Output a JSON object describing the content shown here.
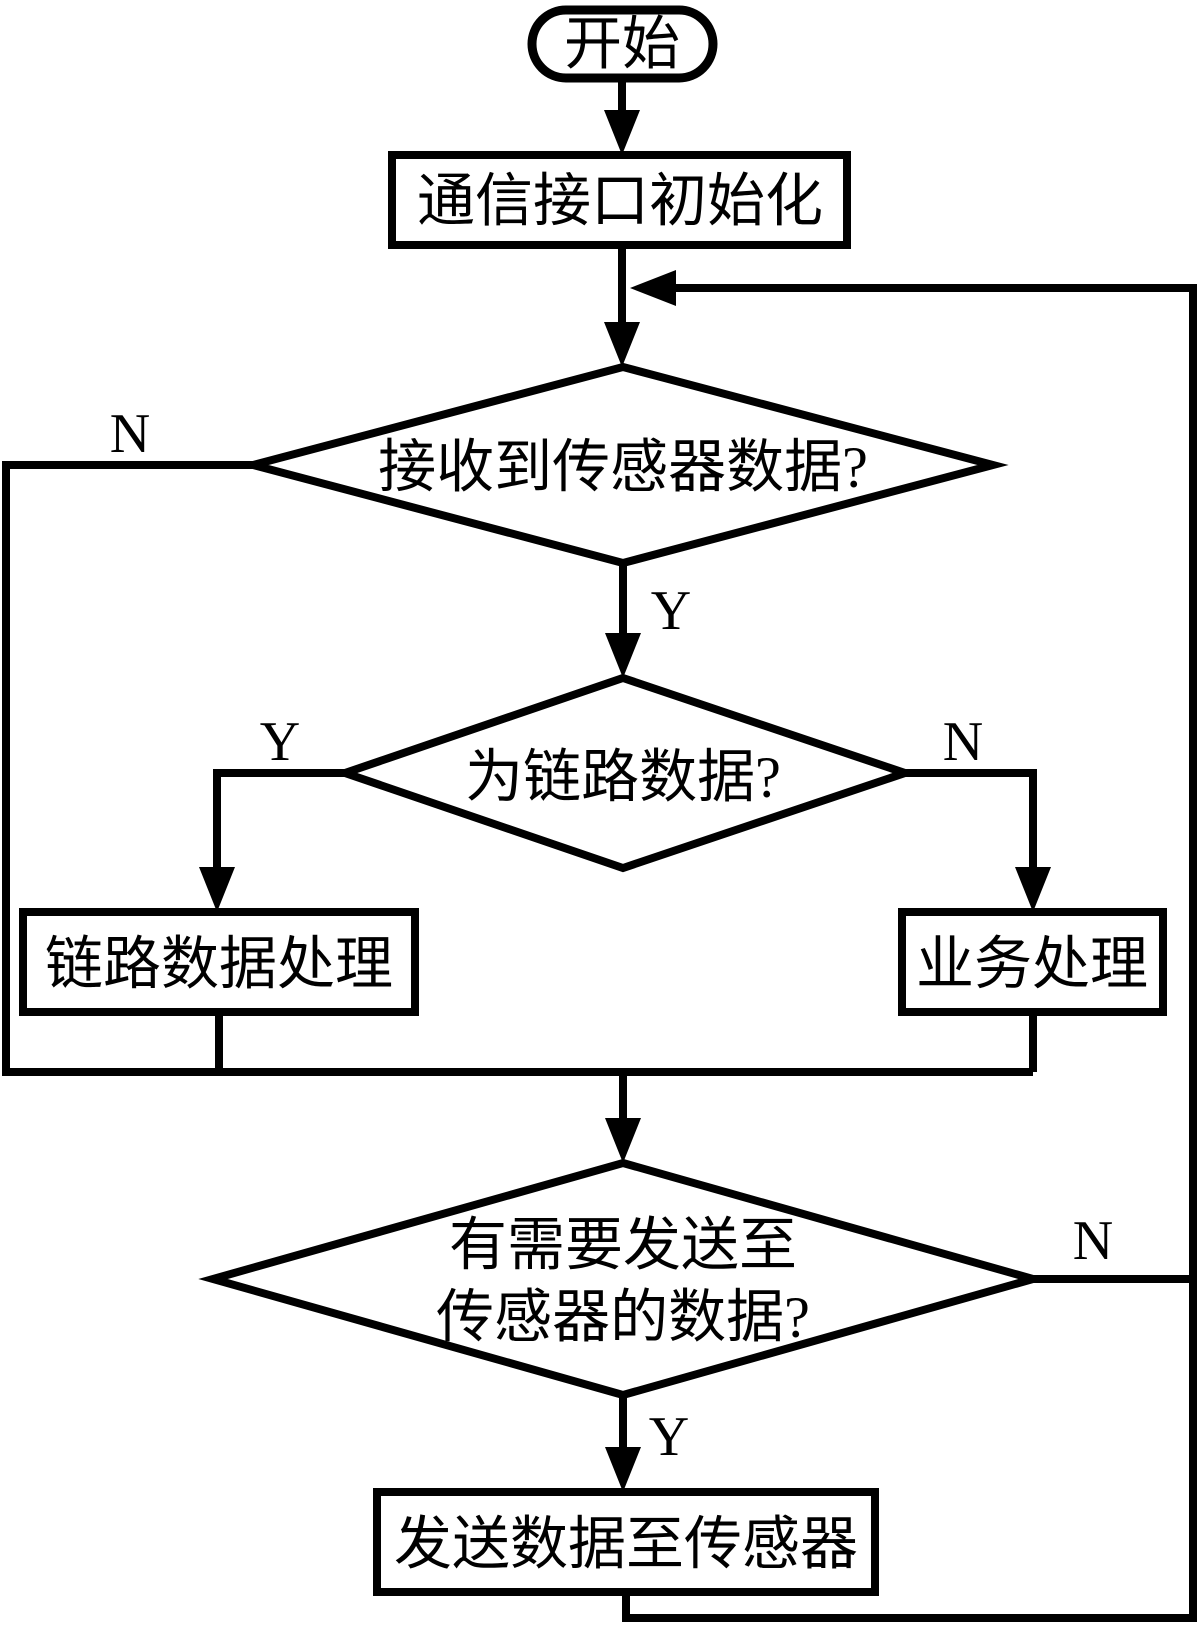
{
  "diagram": {
    "type": "flowchart",
    "language": "zh-CN",
    "colors": {
      "line": "#000000",
      "node_fill": "#ffffff",
      "background": "#ffffff"
    },
    "nodes": {
      "start": {
        "shape": "terminator",
        "label": "开始"
      },
      "init": {
        "shape": "process",
        "label": "通信接口初始化"
      },
      "recv_decision": {
        "shape": "decision",
        "label": "接收到传感器数据?"
      },
      "link_decision": {
        "shape": "decision",
        "label": "为链路数据?"
      },
      "link_process": {
        "shape": "process",
        "label": "链路数据处理"
      },
      "business_process": {
        "shape": "process",
        "label": "业务处理"
      },
      "send_decision": {
        "shape": "decision",
        "label_line1": "有需要发送至",
        "label_line2": "传感器的数据?"
      },
      "send_process": {
        "shape": "process",
        "label": "发送数据至传感器"
      }
    },
    "branch_labels": {
      "recv_no": "N",
      "recv_yes": "Y",
      "link_yes": "Y",
      "link_no": "N",
      "send_no": "N",
      "send_yes": "Y"
    },
    "flow": [
      "start -> init",
      "init -> recv_decision",
      "recv_decision -N-> loop-left-back-to-merge",
      "recv_decision -Y-> link_decision",
      "link_decision -Y-> link_process",
      "link_decision -N-> business_process",
      "link_process -> merge",
      "business_process -> merge",
      "merge -> send_decision",
      "send_decision -N-> right-loop-up",
      "send_decision -Y-> send_process",
      "send_process -> right-loop-up -> recv_decision"
    ]
  }
}
